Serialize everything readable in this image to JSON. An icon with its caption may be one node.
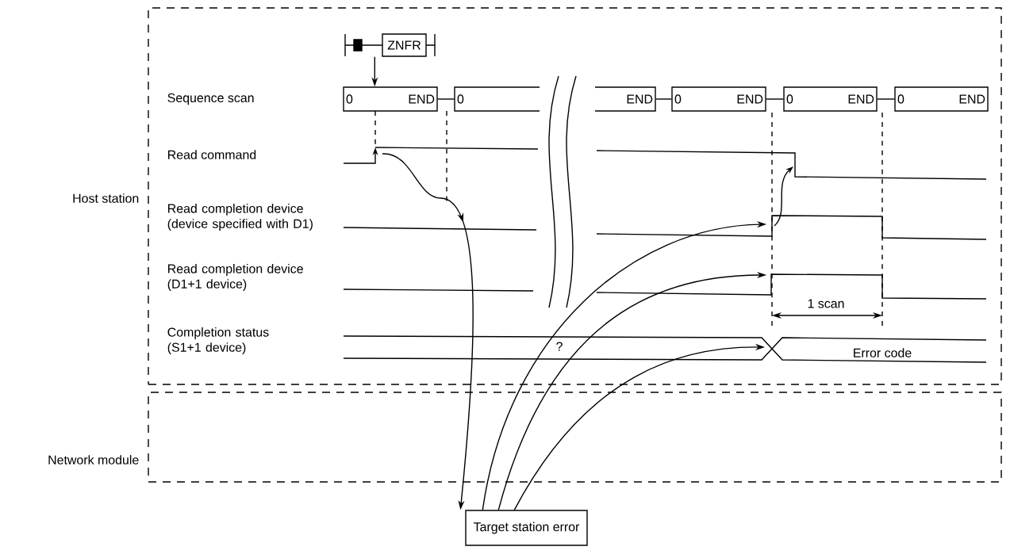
{
  "diagram": {
    "nodes": [
      {
        "text": [
          "Host station"
        ]
      },
      {
        "text": [
          "ZNFR"
        ],
        "in": 0
      },
      {
        "text": [
          "0",
          "END"
        ],
        "in": 0
      },
      {
        "text": [
          "0"
        ],
        "in": 0
      },
      {
        "text": [
          "END"
        ],
        "in": 0
      },
      {
        "text": [
          "0",
          "END"
        ],
        "in": 0
      },
      {
        "text": [
          "0",
          "END"
        ],
        "in": 0
      },
      {
        "text": [
          "0",
          "END"
        ],
        "in": 0
      },
      {
        "text": [
          "Network module"
        ]
      },
      {
        "text": [
          "Target station error"
        ]
      }
    ],
    "edges": [
      {
        "from": 1,
        "to": 2,
        "arrow": "to"
      },
      {
        "from": 2,
        "to": 3,
        "arrow": "none"
      },
      {
        "from": 4,
        "to": 5,
        "arrow": "none"
      },
      {
        "from": 5,
        "to": 6,
        "arrow": "none"
      },
      {
        "from": 6,
        "to": 7,
        "arrow": "none"
      },
      {
        "from": null,
        "to": 9,
        "arrow": "to"
      },
      {
        "from": 9,
        "to": null,
        "arrow": "to"
      },
      {
        "from": 9,
        "to": null,
        "arrow": "to"
      },
      {
        "from": 9,
        "to": null,
        "arrow": "to"
      }
    ],
    "labels": [
      "Sequence scan",
      "Read command",
      "Read completion device (device specified with D1)",
      "Read completion device (D1+1 device)",
      "Completion status (S1+1 device)",
      "?",
      "1 scan",
      "Error code"
    ]
  }
}
